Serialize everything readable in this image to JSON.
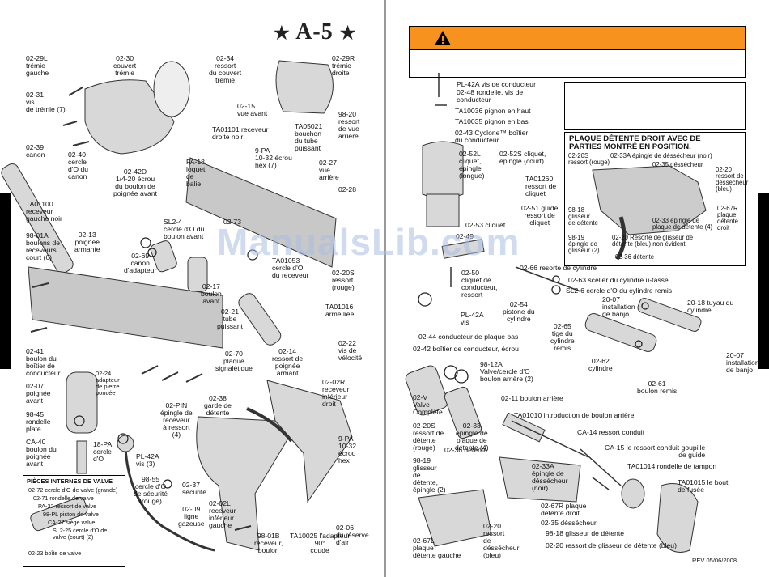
{
  "left_page": {
    "title": "A-5",
    "title_stars": "★",
    "labels": [
      {
        "key": "02_29l",
        "text": "02-29L\ntrémie\ngauche"
      },
      {
        "key": "02_30",
        "text": "02-30\ncouvert\ntrémie"
      },
      {
        "key": "02_34",
        "text": "02-34\nressort\ndu couvert\ntrémie"
      },
      {
        "key": "02_29r",
        "text": "02-29R\ntrémie\ndroite"
      },
      {
        "key": "02_31",
        "text": "02-31\nvis\nde trémie (7)"
      },
      {
        "key": "02_15",
        "text": "02-15\nvue avant"
      },
      {
        "key": "ta01101",
        "text": "TA01101 receveur\ndroite noir"
      },
      {
        "key": "ta05021",
        "text": "TA05021\nbouchon\ndu tube\npuissant"
      },
      {
        "key": "98_20",
        "text": "98-20\nressort\nde vue\narrière"
      },
      {
        "key": "02_39",
        "text": "02-39\ncanon"
      },
      {
        "key": "02_40",
        "text": "02-40\ncercle\nd'O du\ncanon"
      },
      {
        "key": "02_42d",
        "text": "02-42D\n1/4-20 écrou\ndu boulon de\npoignée avant"
      },
      {
        "key": "fa_18",
        "text": "FA-18\nloquet\nde\nbalie"
      },
      {
        "key": "9_pa_top",
        "text": "9-PA\n10-32 écrou\nhex (7)"
      },
      {
        "key": "02_27",
        "text": "02-27\nvue\narrière"
      },
      {
        "key": "02_28",
        "text": "02-28"
      },
      {
        "key": "ta01100",
        "text": "TA01100\nreceveur\ngauche noir"
      },
      {
        "key": "sl2_4",
        "text": "SL2-4\ncercle d'O du\nboulon avant"
      },
      {
        "key": "02_73",
        "text": "02-73"
      },
      {
        "key": "98_01a",
        "text": "98-01A\nboulons de\nreceveurs\ncourt (6)"
      },
      {
        "key": "02_13",
        "text": "02-13\npoignée\narmante"
      },
      {
        "key": "02_69",
        "text": "02-69\ncanon\nd'adapteur"
      },
      {
        "key": "ta01053",
        "text": "TA01053\ncercle d'O\ndu receveur"
      },
      {
        "key": "02_20s_l",
        "text": "02-20S\nressort\n(rouge)"
      },
      {
        "key": "02_17",
        "text": "02-17\nboulon\navant"
      },
      {
        "key": "ta01016",
        "text": "TA01016\narme liée"
      },
      {
        "key": "02_21",
        "text": "02-21\ntube\npuissant"
      },
      {
        "key": "02_41",
        "text": "02-41\nboulon du\nboîtier de\nconducteur"
      },
      {
        "key": "02_24",
        "text": "02-24\nadapteur\nde pierre\nponcée"
      },
      {
        "key": "02_70",
        "text": "02-70\nplaque\nsignalétique"
      },
      {
        "key": "02_14",
        "text": "02-14\nressort de\npoignée\narmant"
      },
      {
        "key": "02_22",
        "text": "02-22\nvis de\nvélocité"
      },
      {
        "key": "02_07",
        "text": "02-07\npoignée\navant"
      },
      {
        "key": "02_02r",
        "text": "02-02R\nreceveur\ninférieur\ndroit"
      },
      {
        "key": "02_38",
        "text": "02-38\ngarde de\ndétente"
      },
      {
        "key": "98_45",
        "text": "98-45\nrondelle\nplate"
      },
      {
        "key": "02_pin",
        "text": "02-PIN\népingle de\nreceveur\nà ressort\n(4)"
      },
      {
        "key": "ca_40",
        "text": "CA-40\nboulon du\npoignée\navant"
      },
      {
        "key": "18_pa",
        "text": "18-PA\ncercle\nd'O"
      },
      {
        "key": "pl_42a_l",
        "text": "PL-42A\nvis (3)"
      },
      {
        "key": "9_pa_bot",
        "text": "9-PA\n10-32\nécrou\nhex"
      },
      {
        "key": "98_55",
        "text": "98-55\ncercle d'O\nde sécurité\n(rouge)"
      },
      {
        "key": "02_37",
        "text": "02-37\nsécurité"
      },
      {
        "key": "02_02l",
        "text": "02-02L\nreceveur\ninférieur\ngauche"
      },
      {
        "key": "02_09",
        "text": "02-09\nligne\ngazeuse"
      },
      {
        "key": "98_01b",
        "text": "98-01B\nreceveur,\nboulon"
      },
      {
        "key": "ta10025",
        "text": "TA10025 l'adapteur\n90°\ncoude"
      },
      {
        "key": "02_06",
        "text": "02-06\ndu réserve\nd'air"
      }
    ],
    "valve_box": {
      "title": "PIÈCES INTERNES DE VALVE",
      "items": [
        "02-72 cercle d'O de valve (grande)",
        "02-71 rondelle de valve",
        "PA-32 ressort de valve",
        "98-PL piston de valve",
        "CA-27 siège valve",
        "SL2-25 cercle d'O de\nvalve (court) (2)",
        "02-23 boîte de valve"
      ]
    },
    "watermark": "ManualsLib.com"
  },
  "right_page": {
    "labels": [
      {
        "key": "pl_42a_t",
        "text": "PL-42A vis de conducteur"
      },
      {
        "key": "02_48",
        "text": "02-48 rondelle, vis de\nconducteur"
      },
      {
        "key": "ta10036",
        "text": "TA10036 pignon en haut"
      },
      {
        "key": "ta10035",
        "text": "TA10035 pignon en bas"
      },
      {
        "key": "02_43",
        "text": "02-43 Cyclone™ boîtier\ndu conducteur"
      },
      {
        "key": "02_52l",
        "text": "02-52L\ncliquet,\népingle\n(longue)"
      },
      {
        "key": "02_52s",
        "text": "02-52S cliquet,\népingle (court)"
      },
      {
        "key": "ta01260",
        "text": "TA01260\nressort de\ncliquet"
      },
      {
        "key": "02_51",
        "text": "02-51 guide\nressort de\ncliquet"
      },
      {
        "key": "02_53",
        "text": "02-53 cliquet"
      },
      {
        "key": "02_49",
        "text": "02-49"
      },
      {
        "key": "02_66",
        "text": "02-66 resorte de cylindre"
      },
      {
        "key": "02_63",
        "text": "02-63 sceller du cylindre u-tasse"
      },
      {
        "key": "02_50",
        "text": "02-50\ncliquet de\nconducteur,\nressort"
      },
      {
        "key": "sl2_6",
        "text": "SL2-6 cercle d'O du cylindre remis"
      },
      {
        "key": "02_54",
        "text": "02-54\npistone du\ncylindre"
      },
      {
        "key": "20_07a",
        "text": "20-07\ninstallation\nde banjo"
      },
      {
        "key": "20_18",
        "text": "20-18 tuyau du\ncylindre"
      },
      {
        "key": "pl_42a_r",
        "text": "PL-42A\nvis"
      },
      {
        "key": "02_65",
        "text": "02-65\ntige du\ncylindre\nremis"
      },
      {
        "key": "02_44",
        "text": "02-44 conducteur de plaque bas"
      },
      {
        "key": "02_42",
        "text": "02-42 boîtier de conducteur, écrou"
      },
      {
        "key": "20_07b",
        "text": "20-07\ninstallation\nde banjo"
      },
      {
        "key": "98_12a",
        "text": "98-12A\nValve/cercle d'O\nboulon arrière (2)"
      },
      {
        "key": "02_62",
        "text": "02-62\ncylindre"
      },
      {
        "key": "02_61",
        "text": "02-61\nboulon remis"
      },
      {
        "key": "02_v",
        "text": "02-V\nValve\nComplète"
      },
      {
        "key": "02_11",
        "text": "02-11 boulon arrière"
      },
      {
        "key": "ta01010",
        "text": "TA01010 introduction de boulon arrière"
      },
      {
        "key": "02_20s_r",
        "text": "02-20S\nressort de\ndétente\n(rouge)"
      },
      {
        "key": "02_33",
        "text": "02-33\népingle de\nplaque de\ndétente (4)"
      },
      {
        "key": "ca_14",
        "text": "CA-14 ressort conduit"
      },
      {
        "key": "02_36",
        "text": "02-36 détente"
      },
      {
        "key": "ca_15",
        "text": "CA-15 le ressort conduit goupille\nde guide"
      },
      {
        "key": "98_19",
        "text": "98-19\nglisseur\nde\ndétente,\népingle (2)"
      },
      {
        "key": "02_33a",
        "text": "02-33A\népingle de\ndéssécheur\n(noir)"
      },
      {
        "key": "ta01014",
        "text": "TA01014 rondelle de tampon"
      },
      {
        "key": "ta01015",
        "text": "TA01015 le bout\nde fusée"
      },
      {
        "key": "02_67r",
        "text": "02-67R plaque\ndétente droit"
      },
      {
        "key": "02_35",
        "text": "02-35 déssécheur"
      },
      {
        "key": "02_20",
        "text": "02-20\nressort\nde\ndéssécheur\n(bleu)"
      },
      {
        "key": "98_18",
        "text": "98-18 glisseur de détente"
      },
      {
        "key": "02_67l",
        "text": "02-67L\nplaque\ndétente gauche"
      },
      {
        "key": "02_20_b",
        "text": "02-20 ressort de glisseur de détente (bleu)"
      }
    ],
    "detail": {
      "title": "PLAQUE DÉTENTE DROIT AVEC DE\nPARTIES MONTRÉ EN POSITION.",
      "labels": [
        {
          "key": "d_02_20s",
          "text": "02-20S\nressort (rouge)"
        },
        {
          "key": "d_02_33a",
          "text": "02-33A épingle de déssécheur (noir)"
        },
        {
          "key": "d_02_35",
          "text": "02-35 déssécheur"
        },
        {
          "key": "d_02_20",
          "text": "02-20\nressort de\ndéssécheur\n(bleu)"
        },
        {
          "key": "d_02_67r",
          "text": "02-67R\nplaque\ndétente\ndroit"
        },
        {
          "key": "d_98_18",
          "text": "98-18\nglisseur\nde détente"
        },
        {
          "key": "d_02_33",
          "text": "02-33 épingle de\nplaque de détente (4)"
        },
        {
          "key": "d_98_19",
          "text": "98-19\népingle de\nglisseur (2)"
        },
        {
          "key": "d_02_20_b",
          "text": "02-20 Resorte de glisseur de\ndétente (bleu) non évident."
        },
        {
          "key": "d_02_36",
          "text": "02-36 détente"
        }
      ]
    },
    "revision": "REV 05/06/2008"
  },
  "colors": {
    "warning": "#f7921e",
    "tab": "#000000",
    "parts_fill": "#d8d8d8",
    "parts_stroke": "#333333"
  }
}
